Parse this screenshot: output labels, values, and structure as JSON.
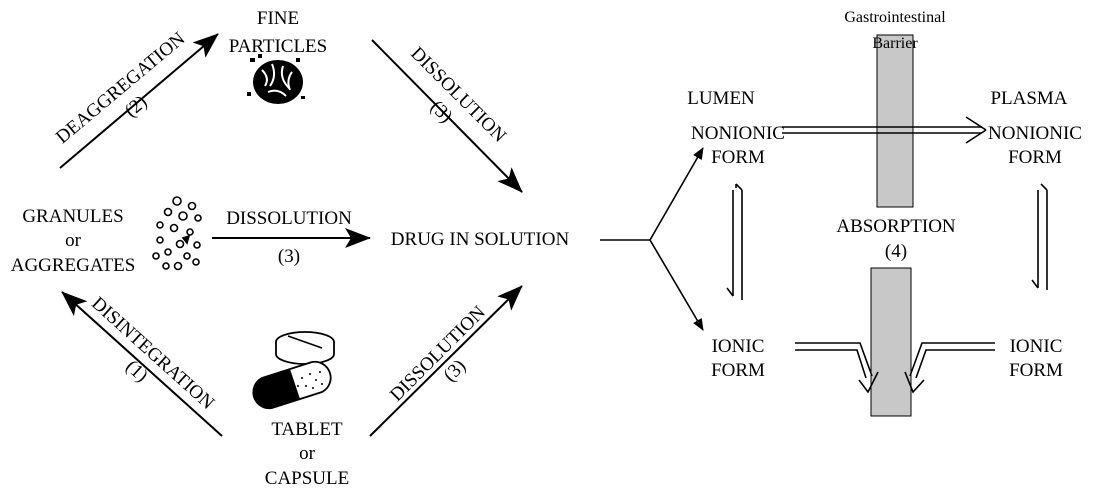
{
  "labels": {
    "fine_particles_1": "FINE",
    "fine_particles_2": "PARTICLES",
    "granules_1": "GRANULES",
    "granules_2": "or",
    "granules_3": "AGGREGATES",
    "tablet_1": "TABLET",
    "tablet_2": "or",
    "tablet_3": "CAPSULE",
    "drug_in_solution": "DRUG IN SOLUTION",
    "deaggregation": "DEAGGREGATION",
    "deaggregation_num": "(2)",
    "dissolution_top": "DISSOLUTION",
    "dissolution_top_num": "(3)",
    "dissolution_mid": "DISSOLUTION",
    "dissolution_mid_num": "(3)",
    "disintegration": "DISINTEGRATION",
    "disintegration_num": "(1)",
    "dissolution_bottom": "DISSOLUTION",
    "dissolution_bottom_num": "(3)",
    "gi_barrier_1": "Gastrointestinal",
    "gi_barrier_2": "Barrier",
    "lumen": "LUMEN",
    "plasma": "PLASMA",
    "nonionic_lumen_1": "NONIONIC",
    "nonionic_lumen_2": "FORM",
    "nonionic_plasma_1": "NONIONIC",
    "nonionic_plasma_2": "FORM",
    "ionic_lumen_1": "IONIC",
    "ionic_lumen_2": "FORM",
    "ionic_plasma_1": "IONIC",
    "ionic_plasma_2": "FORM",
    "absorption": "ABSORPTION",
    "absorption_num": "(4)"
  },
  "colors": {
    "barrier_fill": "#c8c8c8",
    "ink": "#000000"
  }
}
